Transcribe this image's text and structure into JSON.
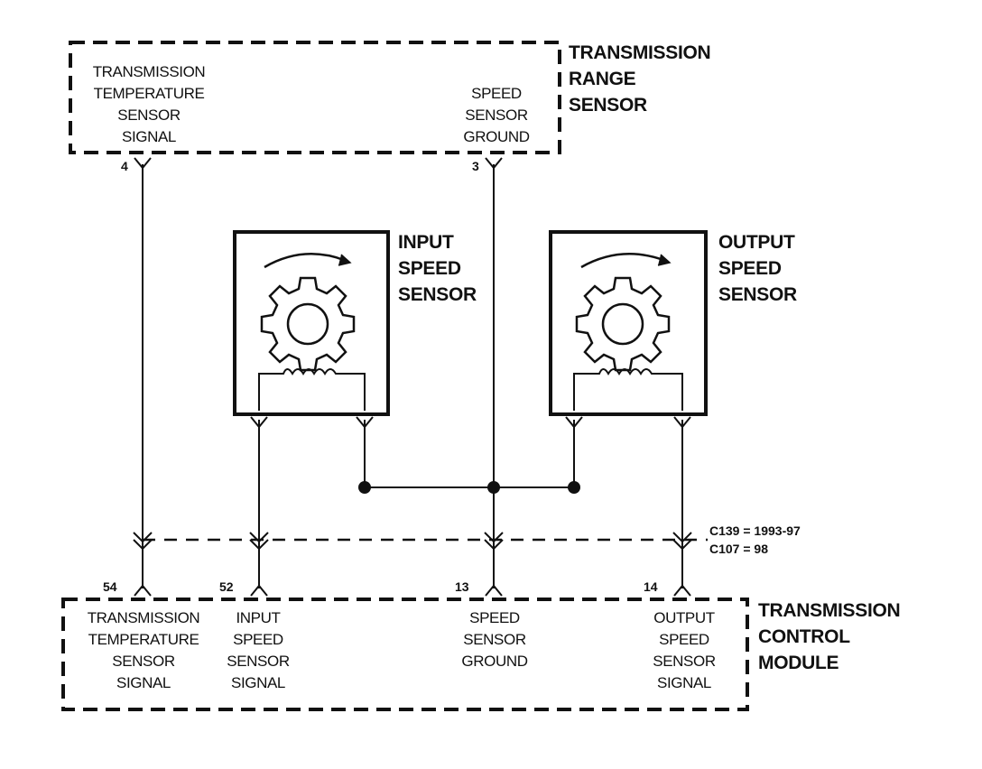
{
  "transmission_range_sensor": {
    "title_lines": [
      "TRANSMISSION",
      "RANGE",
      "SENSOR"
    ],
    "terminals": [
      {
        "pin": "4",
        "label_lines": [
          "TRANSMISSION",
          "TEMPERATURE",
          "SENSOR",
          "SIGNAL"
        ]
      },
      {
        "pin": "3",
        "label_lines": [
          "SPEED",
          "SENSOR",
          "GROUND"
        ]
      }
    ]
  },
  "input_speed_sensor": {
    "title_lines": [
      "INPUT",
      "SPEED",
      "SENSOR"
    ],
    "icon": "gear-with-coil-icon"
  },
  "output_speed_sensor": {
    "title_lines": [
      "OUTPUT",
      "SPEED",
      "SENSOR"
    ],
    "icon": "gear-with-coil-icon"
  },
  "connector_note_lines": [
    "C139 = 1993-97",
    "C107 = 98"
  ],
  "transmission_control_module": {
    "title_lines": [
      "TRANSMISSION",
      "CONTROL",
      "MODULE"
    ],
    "terminals": [
      {
        "pin": "54",
        "label_lines": [
          "TRANSMISSION",
          "TEMPERATURE",
          "SENSOR",
          "SIGNAL"
        ]
      },
      {
        "pin": "52",
        "label_lines": [
          "INPUT",
          "SPEED",
          "SENSOR",
          "SIGNAL"
        ]
      },
      {
        "pin": "13",
        "label_lines": [
          "SPEED",
          "SENSOR",
          "GROUND"
        ]
      },
      {
        "pin": "14",
        "label_lines": [
          "OUTPUT",
          "SPEED",
          "SENSOR",
          "SIGNAL"
        ]
      }
    ]
  },
  "colors": {
    "ink": "#111111",
    "background": "#ffffff"
  }
}
